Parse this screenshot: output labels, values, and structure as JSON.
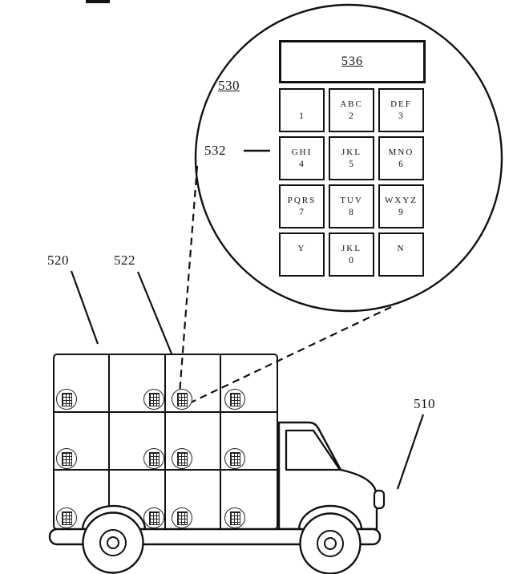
{
  "figure": {
    "truck_label": "510",
    "cargo_label": "520",
    "locker_label": "522",
    "magnifier_label": "530",
    "keypad_label": "532",
    "display_label": "536"
  },
  "keypad": {
    "keys": [
      {
        "letters": "",
        "digit": "1"
      },
      {
        "letters": "ABC",
        "digit": "2"
      },
      {
        "letters": "DEF",
        "digit": "3"
      },
      {
        "letters": "GHI",
        "digit": "4"
      },
      {
        "letters": "JKL",
        "digit": "5"
      },
      {
        "letters": "MNO",
        "digit": "6"
      },
      {
        "letters": "PQRS",
        "digit": "7"
      },
      {
        "letters": "TUV",
        "digit": "8"
      },
      {
        "letters": "WXYZ",
        "digit": "9"
      },
      {
        "letters": "Y",
        "digit": ""
      },
      {
        "letters": "JKL",
        "digit": "0"
      },
      {
        "letters": "N",
        "digit": ""
      }
    ]
  },
  "colors": {
    "line": "#111111",
    "background": "#ffffff"
  }
}
